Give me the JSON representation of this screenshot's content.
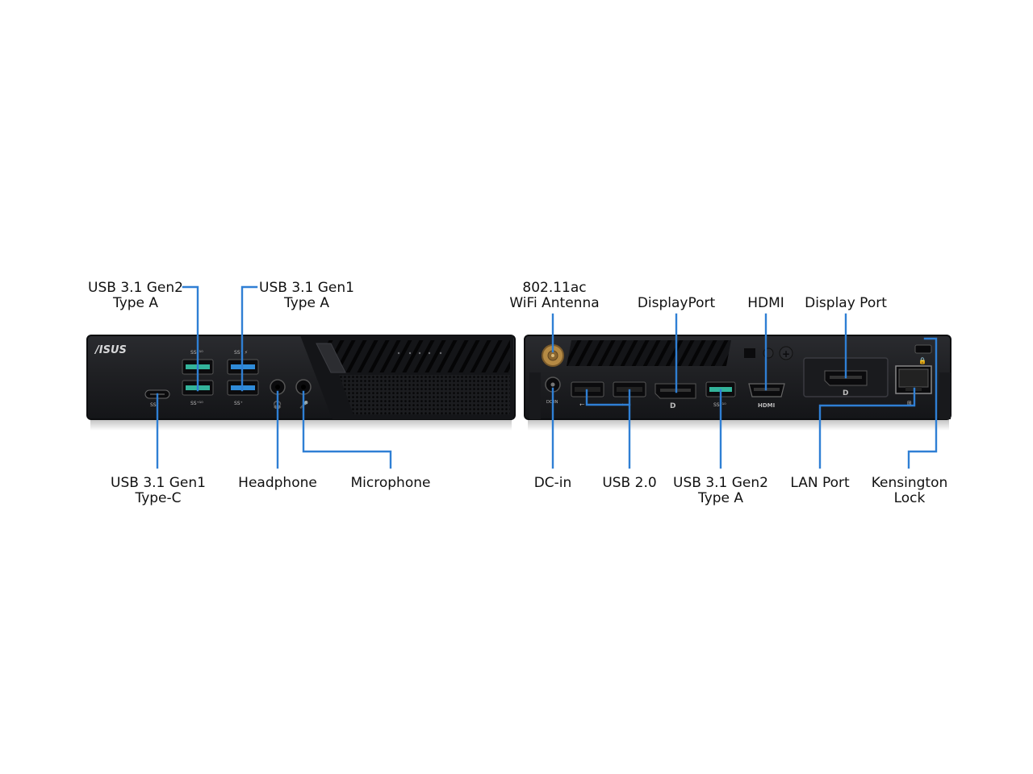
{
  "brand": {
    "logo_text": "/ISUS"
  },
  "colors": {
    "callout_line": "#2f7fd4",
    "chassis": "#1e1f22",
    "chassis_edge": "#0c0d0f",
    "usb_gen2_port": "#33b39a",
    "usb_gen1_port": "#2f8bd8",
    "port_cavity": "#0b0b0d",
    "antenna_gold": "#b58a44"
  },
  "panels": [
    {
      "name": "front",
      "brand": "/ISUS"
    },
    {
      "name": "rear"
    }
  ],
  "front_labels": {
    "usb31_gen2_typea": [
      "USB 3.1 Gen2",
      "Type A"
    ],
    "usb31_gen1_typea": [
      "USB 3.1 Gen1",
      "Type A"
    ],
    "usb31_gen1_typec": [
      "USB 3.1 Gen1",
      "Type-C"
    ],
    "headphone": [
      "Headphone"
    ],
    "microphone": [
      "Microphone"
    ]
  },
  "rear_labels": {
    "wifi_antenna": [
      "802.11ac",
      "WiFi Antenna"
    ],
    "displayport": [
      "DisplayPort"
    ],
    "hdmi": [
      "HDMI"
    ],
    "display_port_2": [
      "Display Port"
    ],
    "dc_in": [
      "DC-in"
    ],
    "usb20": [
      "USB 2.0"
    ],
    "usb31_gen2_typea": [
      "USB 3.1 Gen2",
      "Type A"
    ],
    "lan_port": [
      "LAN Port"
    ],
    "kensington_lock": [
      "Kensington",
      "Lock"
    ]
  },
  "port_markings": {
    "hdmi": "HDMI",
    "dc_in": "DC-IN",
    "usb_ss10": "SS10",
    "usb_ss": "SS"
  }
}
